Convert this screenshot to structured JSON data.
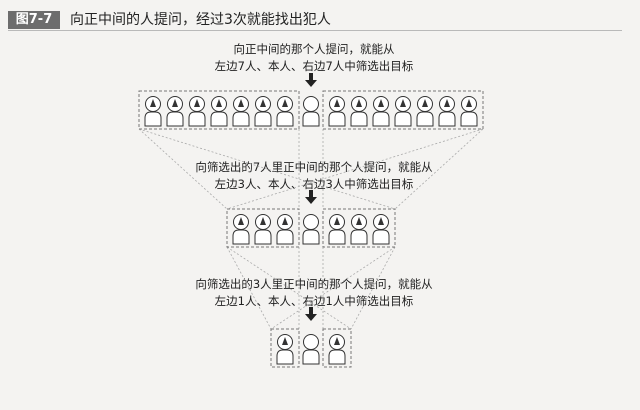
{
  "figure": {
    "tag": "图7-7",
    "title": "向正中间的人提问，经过3次就能找出犯人"
  },
  "stages": [
    {
      "caption_line1": "向正中间的那个人提问，就能从",
      "caption_line2": "左边7人、本人、右边7人中筛选出目标",
      "group_size": 7
    },
    {
      "caption_line1": "向筛选出的7人里正中间的那个人提问，就能从",
      "caption_line2": "左边3人、本人、右边3人中筛选出目标",
      "group_size": 3
    },
    {
      "caption_line1": "向筛选出的3人里正中间的那个人提问，就能从",
      "caption_line2": "左边1人、本人、右边1人中筛选出目标",
      "group_size": 1
    }
  ],
  "colors": {
    "tag_bg": "#6d6d6d",
    "stroke": "#333333",
    "arrow": "#222222",
    "dashed": "#777777"
  },
  "icons": {
    "person": "person-icon",
    "arrow": "arrow-down-icon"
  }
}
